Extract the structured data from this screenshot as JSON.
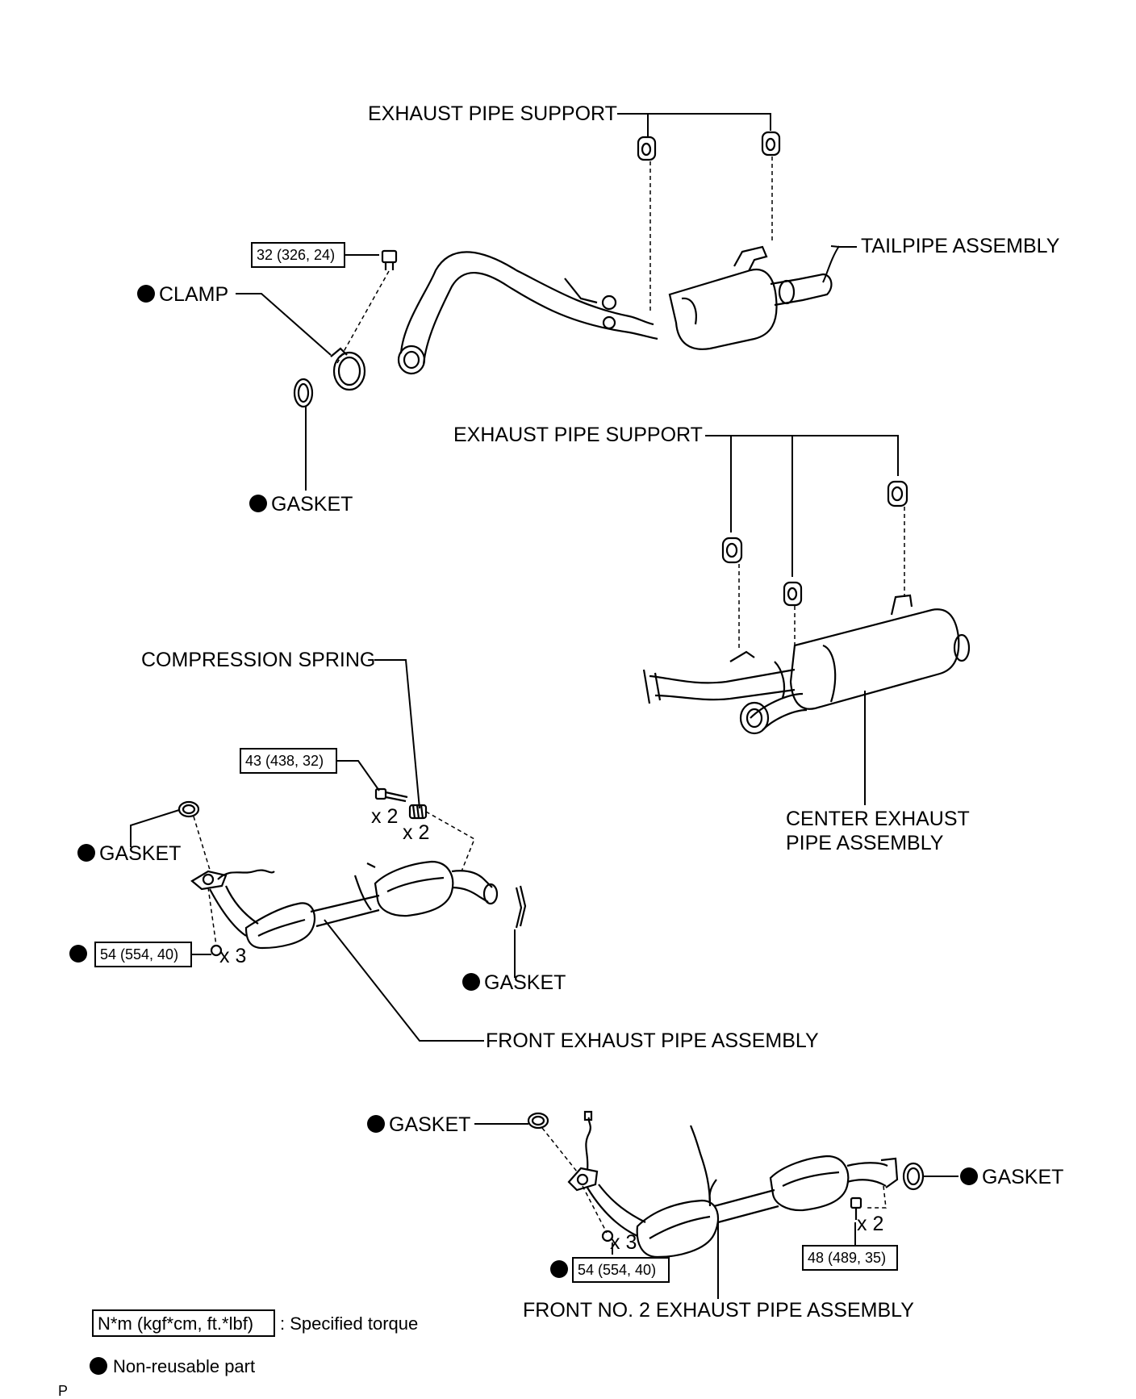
{
  "labels": {
    "exhaust_pipe_support_top": "EXHAUST PIPE SUPPORT",
    "tailpipe_assembly": "TAILPIPE ASSEMBLY",
    "clamp": "CLAMP",
    "gasket_top": "GASKET",
    "exhaust_pipe_support_center": "EXHAUST PIPE SUPPORT",
    "center_exhaust_pipe_line1": "CENTER EXHAUST",
    "center_exhaust_pipe_line2": "PIPE ASSEMBLY",
    "compression_spring": "COMPRESSION SPRING",
    "gasket_front_left": "GASKET",
    "gasket_front_right": "GASKET",
    "front_exhaust_pipe_assembly": "FRONT EXHAUST PIPE ASSEMBLY",
    "gasket_no2_left": "GASKET",
    "gasket_no2_right": "GASKET",
    "front_no2_exhaust_pipe_assembly": "FRONT NO. 2 EXHAUST PIPE ASSEMBLY"
  },
  "torques": {
    "clamp_bolt": "32 (326, 24)",
    "spring_bolt": "43 (438, 32)",
    "front_flange_nut": "54 (554, 40)",
    "no2_flange_nut": "54 (554, 40)",
    "no2_rear_bolt": "48 (489, 35)"
  },
  "quantities": {
    "spring_bolt_qty": "x 2",
    "spring_qty": "x 2",
    "front_nut_qty": "x 3",
    "no2_nut_qty": "x 3",
    "no2_bolt_qty": "x 2"
  },
  "legend": {
    "torque_unit_box": "N*m (kgf*cm, ft.*lbf)",
    "torque_desc": ": Specified torque",
    "nonreusable_desc": "Non-reusable part"
  },
  "corner_mark": "P",
  "icons": {
    "nonreusable": "filled-circle-icon"
  }
}
